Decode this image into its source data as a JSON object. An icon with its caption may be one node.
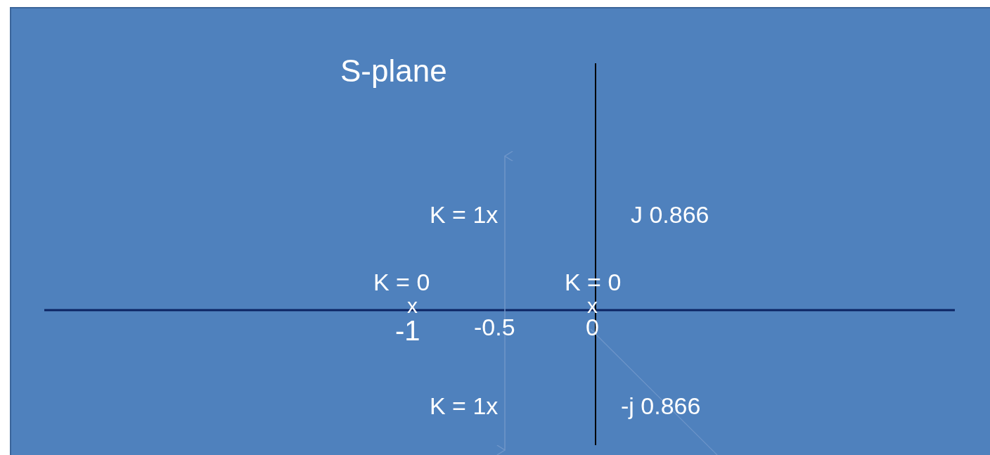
{
  "diagram": {
    "title": "S-plane",
    "labels": [
      "K = 1x",
      "J 0.866",
      "K = 0",
      "K = 0",
      "x",
      "x",
      "-1",
      "-0.5",
      "0",
      "K = 1x",
      "-j 0.866"
    ]
  }
}
